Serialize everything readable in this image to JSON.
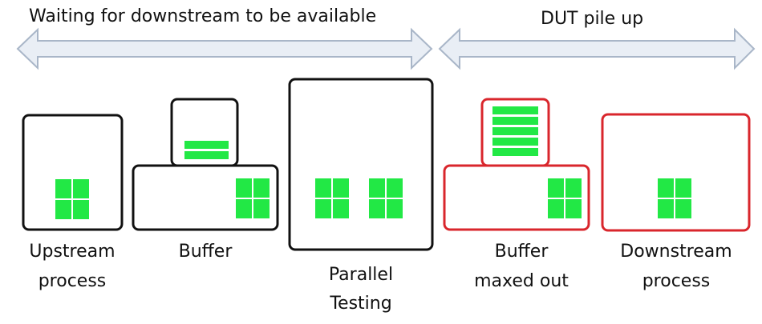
{
  "headers": {
    "waiting": "Waiting for downstream to be available",
    "pileup": "DUT pile up"
  },
  "stages": [
    {
      "id": "upstream",
      "label_lines": [
        "Upstream",
        "process"
      ],
      "status": "normal"
    },
    {
      "id": "buffer",
      "label_lines": [
        "Buffer",
        ""
      ],
      "status": "normal"
    },
    {
      "id": "parallel",
      "label_lines": [
        "Parallel",
        "Testing"
      ],
      "status": "normal"
    },
    {
      "id": "buffer-max",
      "label_lines": [
        "Buffer",
        "maxed out"
      ],
      "status": "alert"
    },
    {
      "id": "downstream",
      "label_lines": [
        "Downstream",
        "process"
      ],
      "status": "alert"
    }
  ],
  "colors": {
    "arrow_fill": "#e9eef5",
    "arrow_stroke": "#a9b6c8",
    "box_normal": "#111111",
    "box_alert": "#d9262c",
    "unit": "#22e845"
  }
}
